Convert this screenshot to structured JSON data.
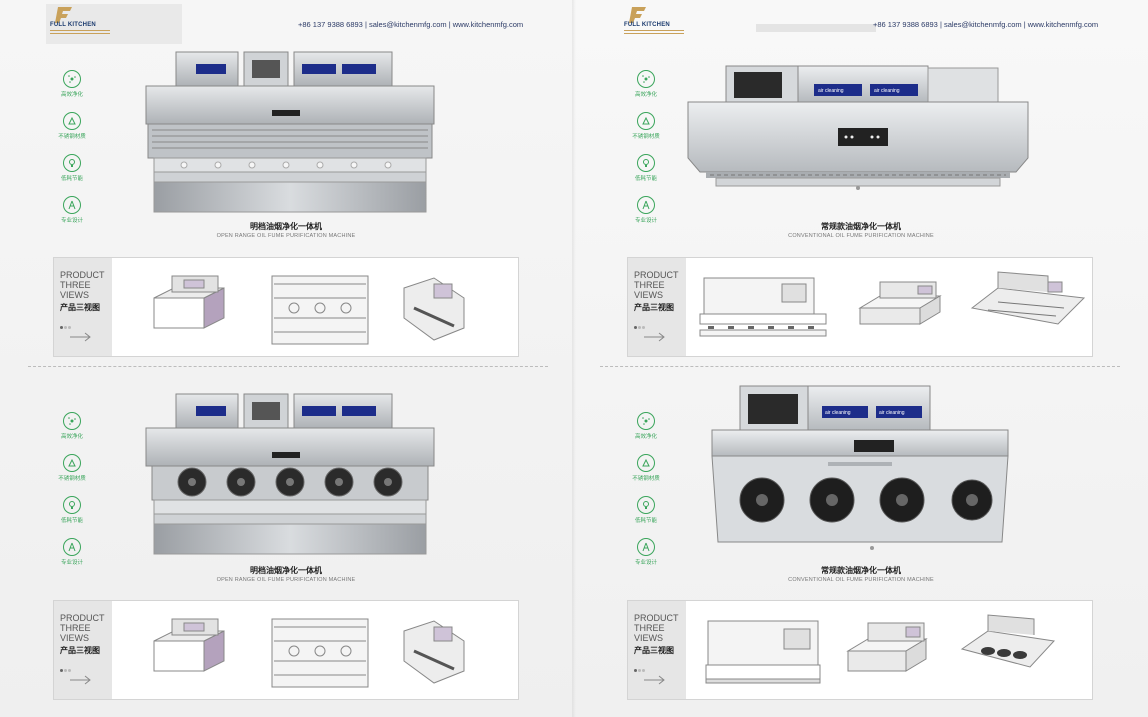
{
  "brand": {
    "name": "FULL KITCHEN"
  },
  "contact_line": "+86 137 9388 6893  |  sales@kitchenmfg.com  |  www.kitchenmfg.com",
  "features": [
    {
      "label": "高效净化",
      "icon": "purify-icon"
    },
    {
      "label": "不锈钢材质",
      "icon": "stainless-icon"
    },
    {
      "label": "低耗节能",
      "icon": "bulb-icon"
    },
    {
      "label": "专业设计",
      "icon": "design-icon"
    }
  ],
  "panel_text": {
    "hood_label": "air cleaning"
  },
  "products": [
    {
      "cn": "明档油烟净化一体机",
      "en": "OPEN RANGE OIL FUME PURIFICATION MACHINE",
      "variant": "open-filter"
    },
    {
      "cn": "常规款油烟净化一体机",
      "en": "CONVENTIONAL OIL FUME PURIFICATION MACHINE",
      "variant": "conventional-filter"
    },
    {
      "cn": "明档油烟净化一体机",
      "en": "OPEN RANGE OIL FUME PURIFICATION MACHINE",
      "variant": "open-fan"
    },
    {
      "cn": "常规款油烟净化一体机",
      "en": "CONVENTIONAL OIL FUME PURIFICATION MACHINE",
      "variant": "conventional-fan"
    }
  ],
  "three_views": {
    "en_line1": "PRODUCT",
    "en_line2": "THREE",
    "en_line3": "VIEWS",
    "cn": "产品三视图"
  },
  "colors": {
    "accent_green": "#3aa55b",
    "brand_navy": "#1a3a6e",
    "brand_gold": "#c9a15a",
    "panel_blue": "#1d2d8a",
    "steel": "#c8cbcf"
  }
}
